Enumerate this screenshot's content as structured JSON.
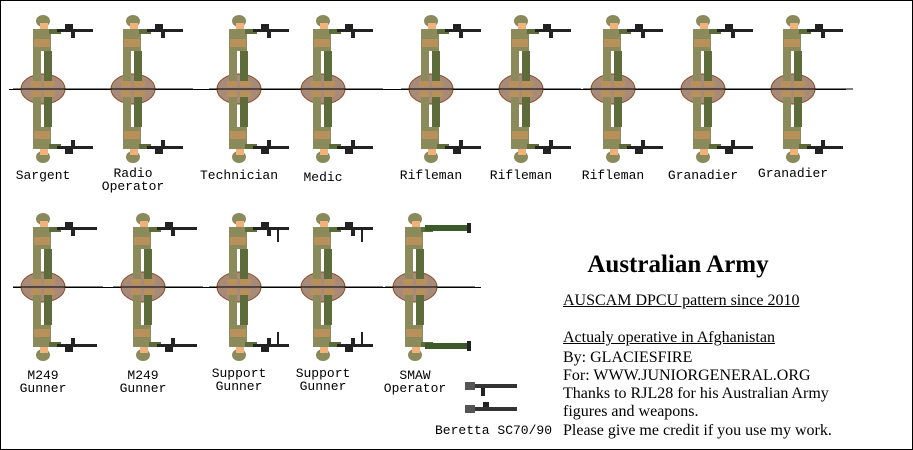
{
  "row1": [
    {
      "label": "Sargent"
    },
    {
      "label": "Radio\nOperator"
    },
    {
      "label": "Technician"
    },
    {
      "label": "Medic"
    },
    {
      "label": "Rifleman"
    },
    {
      "label": "Rifleman"
    },
    {
      "label": "Rifleman"
    },
    {
      "label": "Granadier"
    },
    {
      "label": "Granadier"
    }
  ],
  "row2": [
    {
      "label": "M249\nGunner"
    },
    {
      "label": "M249\nGunner"
    },
    {
      "label": "Support\nGunner"
    },
    {
      "label": "Support\nGunner"
    },
    {
      "label": "SMAW\nOperator"
    }
  ],
  "weapon_label": "Beretta SC70/90",
  "title": "Australian Army",
  "subtitle": "AUSCAM DPCU pattern since 2010",
  "lines": [
    "Actualy operative in Afghanistan",
    "By: GLACIESFIRE",
    "For: WWW.JUNIORGENERAL.ORG",
    "Thanks to RJL28 for his Australian Army",
    "figures and weapons.",
    "Please give me credit if you use my work."
  ],
  "colors": {
    "camo": "#8a8a5a",
    "camo_dark": "#5e6b3a",
    "tan": "#b8915a",
    "skin": "#f0b27a",
    "base": "#a88a7a",
    "base_edge": "#8b4a20",
    "weapon": "#222222"
  }
}
